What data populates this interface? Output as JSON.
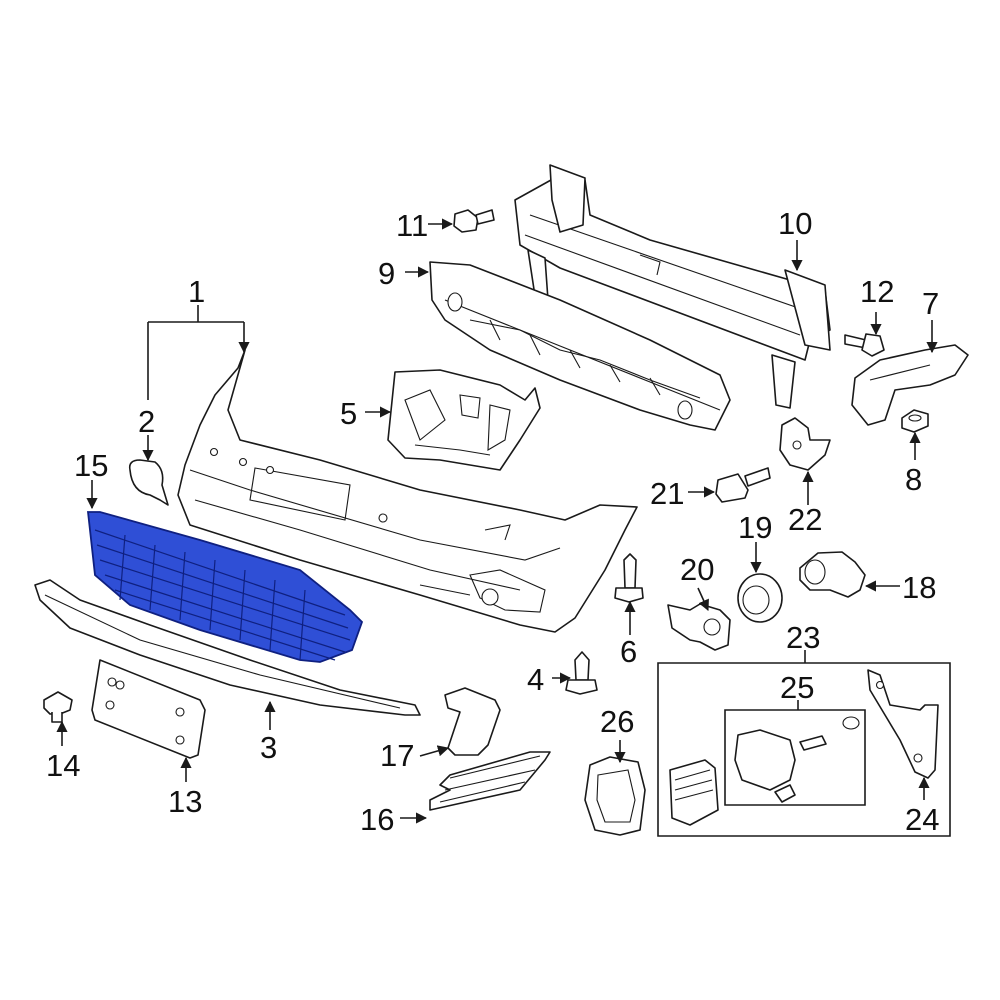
{
  "colors": {
    "highlight_fill": "#2f4fd6",
    "highlight_stroke": "#0f2080",
    "line": "#1a1a1a",
    "background": "#ffffff"
  },
  "callouts": {
    "c1": "1",
    "c2": "2",
    "c3": "3",
    "c4": "4",
    "c5": "5",
    "c6": "6",
    "c7": "7",
    "c8": "8",
    "c9": "9",
    "c10": "10",
    "c11": "11",
    "c12": "12",
    "c13": "13",
    "c14": "14",
    "c15": "15",
    "c16": "16",
    "c17": "17",
    "c18": "18",
    "c19": "19",
    "c20": "20",
    "c21": "21",
    "c22": "22",
    "c23": "23",
    "c24": "24",
    "c25": "25",
    "c26": "26"
  },
  "highlighted_part": "15"
}
